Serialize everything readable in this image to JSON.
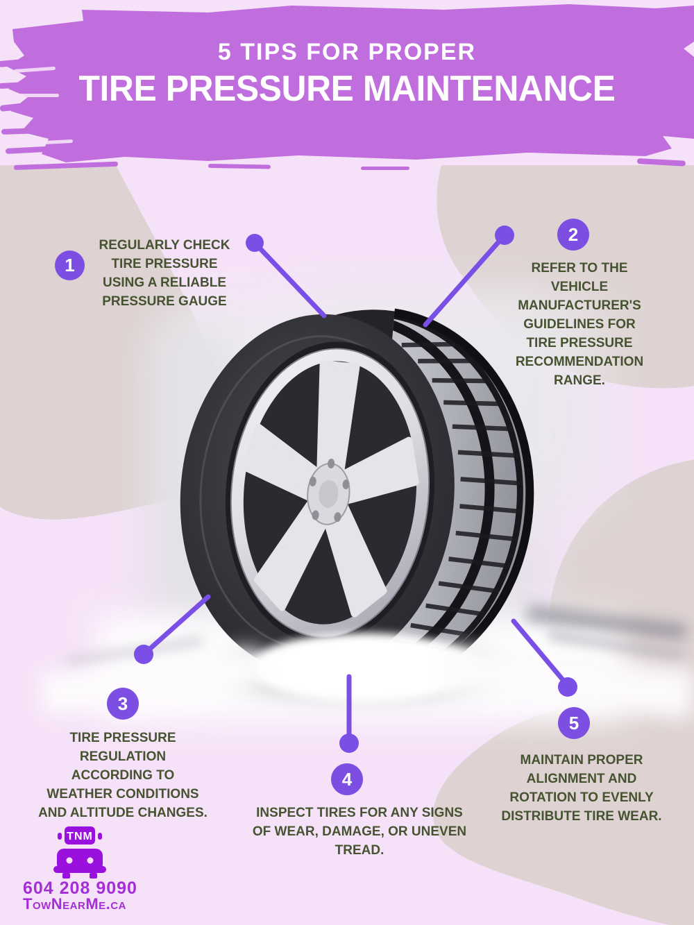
{
  "header": {
    "subtitle": "5 TIPS FOR PROPER",
    "title": "TIRE PRESSURE MAINTENANCE"
  },
  "tips": [
    {
      "number": "1",
      "text": "REGULARLY CHECK\nTIRE PRESSURE\nUSING A RELIABLE\nPRESSURE GAUGE"
    },
    {
      "number": "2",
      "text": "REFER TO THE\nVEHICLE\nMANUFACTURER'S\nGUIDELINES FOR\nTIRE PRESSURE\nRECOMMENDATION\nRANGE."
    },
    {
      "number": "3",
      "text": "TIRE PRESSURE\nREGULATION\nACCORDING TO\nWEATHER CONDITIONS\nAND ALTITUDE CHANGES."
    },
    {
      "number": "4",
      "text": "INSPECT TIRES FOR ANY SIGNS\nOF WEAR, DAMAGE, OR UNEVEN\nTREAD."
    },
    {
      "number": "5",
      "text": "MAINTAIN PROPER\nALIGNMENT AND\nROTATION TO EVENLY\nDISTRIBUTE TIRE WEAR."
    }
  ],
  "footer": {
    "logo_text": "TNM",
    "phone": "604 208 9090",
    "website": "TowNearMe.ca"
  },
  "colors": {
    "background_pink": "#f6e2f8",
    "blob_beige": "#ded2d2",
    "brush_purple": "#c06edd",
    "accent_purple": "#7c4fe2",
    "tip_text_green": "#465330",
    "logo_purple": "#9a10dd",
    "footer_text_purple": "#a42dd6"
  }
}
